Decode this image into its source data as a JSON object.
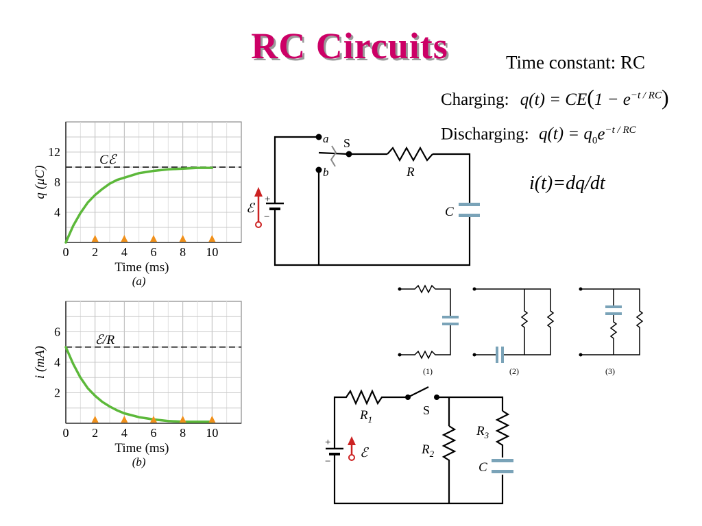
{
  "slide": {
    "title": "RC Circuits",
    "time_constant": "Time constant: RC",
    "charging_label": "Charging:",
    "charging_lhs": "q(t) = CE",
    "charging_paren_open": "(",
    "charging_one_minus": "1 − e",
    "charging_exp": "−t / RC",
    "charging_paren_close": ")",
    "discharging_label": "Discharging:",
    "discharging_lhs": "q(t) = q",
    "discharging_sub": "0",
    "discharging_e": "e",
    "discharging_exp": "−t / RC",
    "current_def": "i(t)=dq/dt"
  },
  "chart_data": [
    {
      "type": "line",
      "panel_label": "(a)",
      "xlabel": "Time (ms)",
      "ylabel": "q (μC)",
      "x_ticks": [
        "0",
        "2",
        "4",
        "6",
        "8",
        "10"
      ],
      "y_ticks": [
        "4",
        "8",
        "12"
      ],
      "xlim": [
        0,
        12
      ],
      "ylim": [
        0,
        16
      ],
      "asymptote_label": "Cℰ",
      "asymptote_value": 10,
      "marker_x": [
        2,
        4,
        6,
        8,
        10
      ],
      "series": [
        {
          "x": [
            0,
            0.5,
            1,
            1.5,
            2,
            2.5,
            3,
            3.5,
            4,
            5,
            6,
            7,
            8,
            9,
            10
          ],
          "y": [
            0,
            2.2,
            3.9,
            5.3,
            6.3,
            7.1,
            7.8,
            8.3,
            8.6,
            9.2,
            9.5,
            9.7,
            9.8,
            9.9,
            9.9
          ]
        }
      ],
      "line_color": "#5cb83a"
    },
    {
      "type": "line",
      "panel_label": "(b)",
      "xlabel": "Time (ms)",
      "ylabel": "i (mA)",
      "x_ticks": [
        "0",
        "2",
        "4",
        "6",
        "8",
        "10"
      ],
      "y_ticks": [
        "2",
        "4",
        "6"
      ],
      "xlim": [
        0,
        12
      ],
      "ylim": [
        0,
        8
      ],
      "asymptote_label": "ℰ/R",
      "asymptote_value": 5,
      "marker_x": [
        2,
        4,
        6,
        8,
        10
      ],
      "series": [
        {
          "x": [
            0,
            0.5,
            1,
            1.5,
            2,
            2.5,
            3,
            3.5,
            4,
            5,
            6,
            7,
            8,
            9,
            10
          ],
          "y": [
            5,
            3.9,
            3.0,
            2.3,
            1.8,
            1.4,
            1.1,
            0.85,
            0.65,
            0.4,
            0.25,
            0.15,
            0.1,
            0.1,
            0.1
          ]
        }
      ],
      "line_color": "#5cb83a"
    }
  ],
  "circuit_main": {
    "switch_a": "a",
    "switch_b": "b",
    "switch_s": "S",
    "resistor_r": "R",
    "capacitor_c": "C",
    "emf": "ℰ",
    "plus": "+",
    "minus": "−"
  },
  "circuit_options": {
    "labels": [
      "(1)",
      "(2)",
      "(3)"
    ]
  },
  "circuit_bottom": {
    "r1": "R",
    "r1_sub": "1",
    "r2": "R",
    "r2_sub": "2",
    "r3": "R",
    "r3_sub": "3",
    "c": "C",
    "s": "S",
    "emf": "ℰ",
    "plus": "+",
    "minus": "−"
  },
  "colors": {
    "title": "#cc0066",
    "curve": "#5cb83a",
    "capacitor": "#7aa3b8",
    "emf_arrow": "#cc2222",
    "marker": "#f0901a",
    "grid": "#bbbbbb"
  }
}
